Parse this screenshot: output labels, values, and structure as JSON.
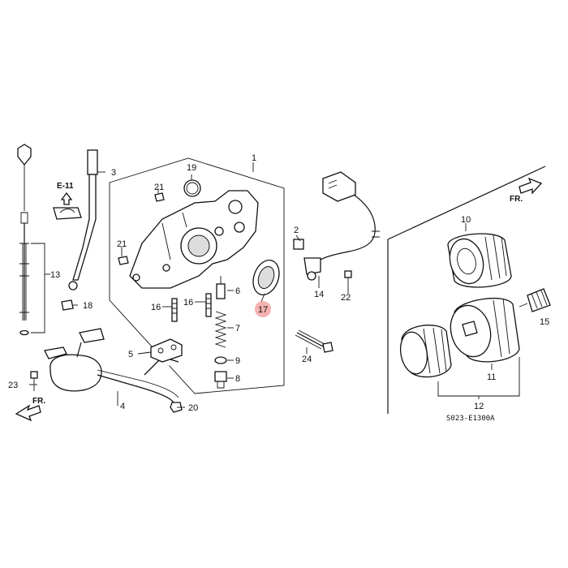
{
  "diagram": {
    "ref_label": "E-11",
    "front_label": "FR.",
    "drawing_code": "S023-E1300A",
    "highlight_color": "#f4a3a3",
    "callouts": [
      {
        "id": "c1",
        "text": "1"
      },
      {
        "id": "c2",
        "text": "2"
      },
      {
        "id": "c3",
        "text": "3"
      },
      {
        "id": "c4",
        "text": "4"
      },
      {
        "id": "c5",
        "text": "5"
      },
      {
        "id": "c6",
        "text": "6"
      },
      {
        "id": "c7",
        "text": "7"
      },
      {
        "id": "c8",
        "text": "8"
      },
      {
        "id": "c9",
        "text": "9"
      },
      {
        "id": "c10",
        "text": "10"
      },
      {
        "id": "c11",
        "text": "11"
      },
      {
        "id": "c12",
        "text": "12"
      },
      {
        "id": "c13",
        "text": "13"
      },
      {
        "id": "c14",
        "text": "14"
      },
      {
        "id": "c15",
        "text": "15"
      },
      {
        "id": "c16a",
        "text": "16"
      },
      {
        "id": "c16b",
        "text": "16"
      },
      {
        "id": "c17",
        "text": "17",
        "highlighted": true
      },
      {
        "id": "c18",
        "text": "18"
      },
      {
        "id": "c19",
        "text": "19"
      },
      {
        "id": "c20",
        "text": "20"
      },
      {
        "id": "c21a",
        "text": "21"
      },
      {
        "id": "c21b",
        "text": "21"
      },
      {
        "id": "c22",
        "text": "22"
      },
      {
        "id": "c23",
        "text": "23"
      },
      {
        "id": "c24",
        "text": "24"
      }
    ]
  }
}
